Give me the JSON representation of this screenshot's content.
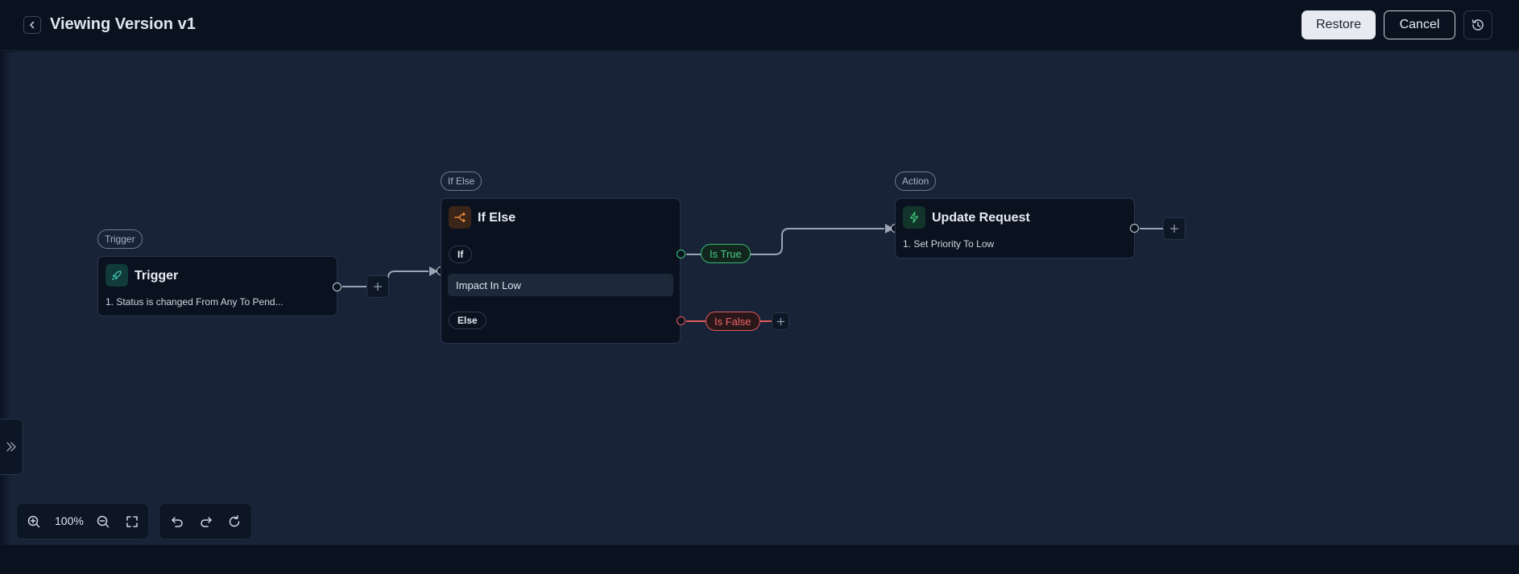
{
  "header": {
    "title": "Viewing Version v1",
    "restore_label": "Restore",
    "cancel_label": "Cancel"
  },
  "nodes": {
    "trigger": {
      "type_label": "Trigger",
      "title": "Trigger",
      "detail": "1. Status is changed From Any To Pend..."
    },
    "if_else": {
      "type_label": "If Else",
      "title": "If Else",
      "if_label": "If",
      "condition": "Impact In Low",
      "else_label": "Else",
      "true_branch": "Is True",
      "false_branch": "Is False"
    },
    "action": {
      "type_label": "Action",
      "title": "Update Request",
      "detail": "1. Set Priority To Low"
    }
  },
  "toolbar": {
    "zoom_level": "100%"
  },
  "icons": {
    "back": "chevron-left-icon",
    "history": "history-icon",
    "trigger": "rocket-icon",
    "if_else": "branch-icon",
    "action": "lightning-icon",
    "add": "plus-icon",
    "side": "double-chevron-right-icon",
    "zoom_in": "zoom-in-icon",
    "zoom_out": "zoom-out-icon",
    "fit": "fit-screen-icon",
    "undo": "undo-icon",
    "redo": "redo-icon",
    "reset": "reset-icon"
  },
  "colors": {
    "canvas_bg": "#182338",
    "node_bg": "#0a1220",
    "true_green": "#49c985",
    "false_red": "#f06767",
    "if_else_accent": "#e8893c",
    "trigger_accent": "#3fb8a6",
    "action_accent": "#3cc27a"
  }
}
